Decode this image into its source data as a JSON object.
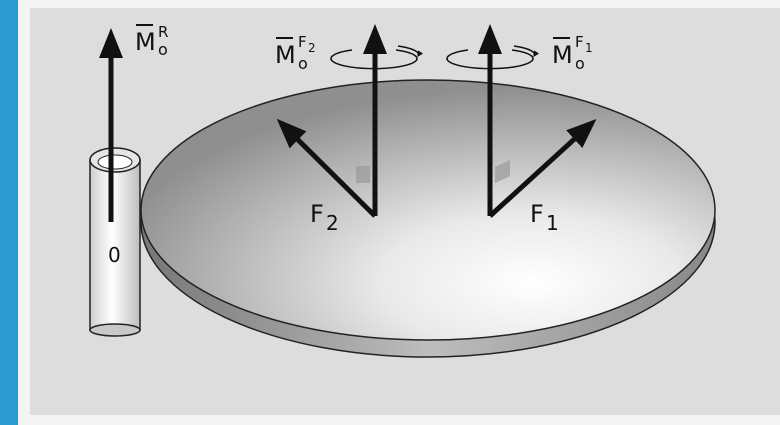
{
  "labels": {
    "moment_resultant": {
      "main": "M",
      "sub": "o",
      "sup": "R"
    },
    "moment_f2": {
      "main": "M",
      "sub": "o",
      "sup": "F",
      "sup_index": "2"
    },
    "moment_f1": {
      "main": "M",
      "sub": "o",
      "sup": "F",
      "sup_index": "1"
    },
    "force_2": {
      "main": "F",
      "index": "2"
    },
    "force_1": {
      "main": "F",
      "index": "1"
    },
    "origin": "0"
  },
  "colors": {
    "frame_border": "#2b9bd0",
    "panel_background": "#dddddd",
    "arrow": "#111111"
  }
}
